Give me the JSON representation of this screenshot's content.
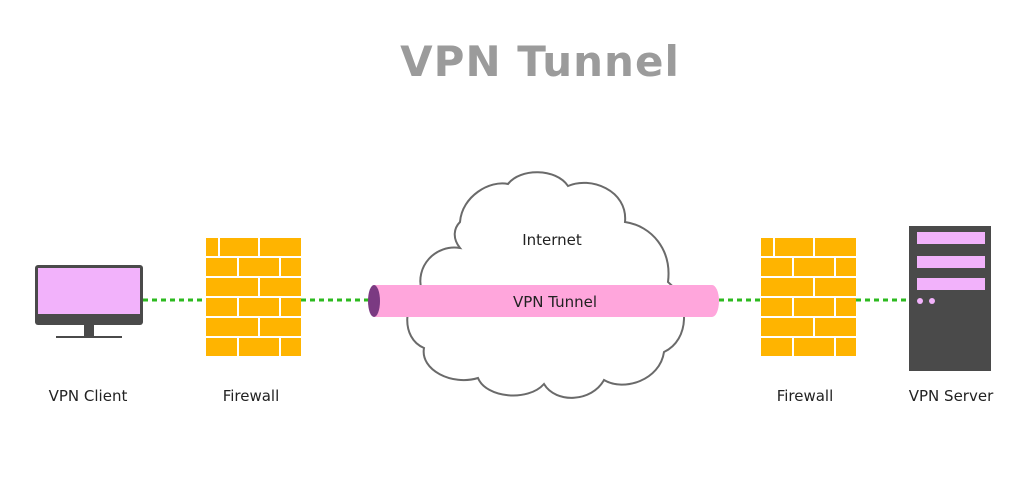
{
  "title": "VPN Tunnel",
  "nodes": {
    "client": {
      "label": "VPN Client",
      "icon": "monitor-icon"
    },
    "firewall_left": {
      "label": "Firewall",
      "icon": "brick-wall-icon"
    },
    "internet": {
      "label": "Internet",
      "icon": "cloud-icon"
    },
    "tunnel": {
      "label": "VPN Tunnel",
      "icon": "pipe-icon"
    },
    "firewall_right": {
      "label": "Firewall",
      "icon": "brick-wall-icon"
    },
    "server": {
      "label": "VPN Server",
      "icon": "server-tower-icon"
    }
  },
  "colors": {
    "title": "#9b9b9b",
    "screen": "#f2b2fb",
    "device": "#4a4a4a",
    "brick": "#ffb400",
    "tunnel": "#ffa6dc",
    "tunnel_end": "#7b3a82",
    "link": "#2cba1f",
    "cloud_stroke": "#6a6a6a"
  }
}
